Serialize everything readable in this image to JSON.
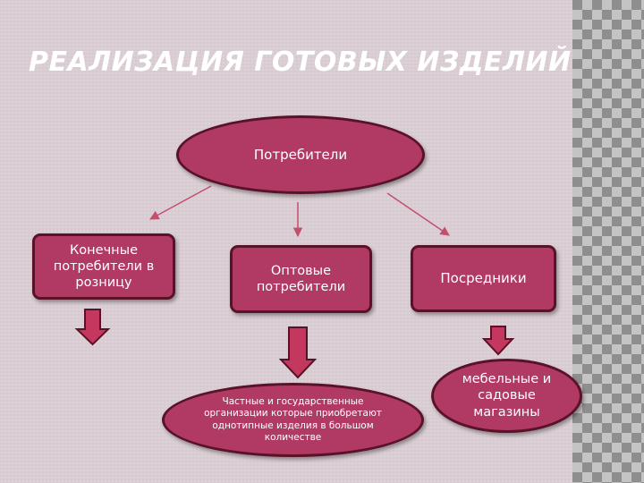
{
  "title": "РЕАЛИЗАЦИЯ ГОТОВЫХ ИЗДЕЛИЙ",
  "nodes": {
    "root": "Потребители",
    "retail": "Конечные потребители в розницу",
    "wholesale": "Оптовые потребители",
    "intermediaries": "Посредники",
    "organizations": "Частные и государственные организации которые приобретают однотипные изделия в большом количестве",
    "stores": "мебельные и садовые магазины"
  },
  "colors": {
    "node_fill": "#b03a63",
    "node_border": "#5a1228",
    "connector": "#c0506e",
    "block_arrow_fill": "#c4385f",
    "background": "#d8ccd2"
  }
}
